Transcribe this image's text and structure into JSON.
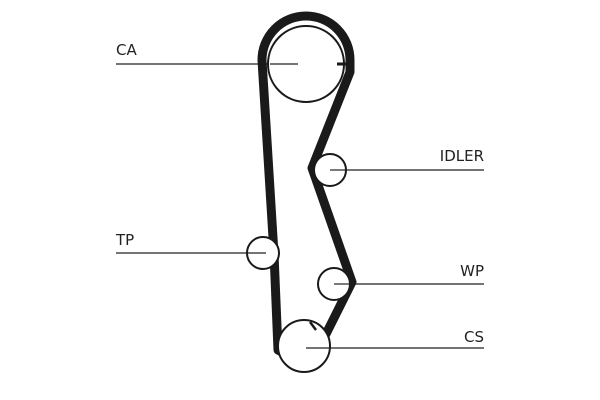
{
  "colors": {
    "belt": "#1a1a1a",
    "line": "#222222",
    "background": "#ffffff"
  },
  "labels": {
    "ca": "CA",
    "idler": "IDLER",
    "tp": "TP",
    "wp": "WP",
    "cs": "CS"
  }
}
